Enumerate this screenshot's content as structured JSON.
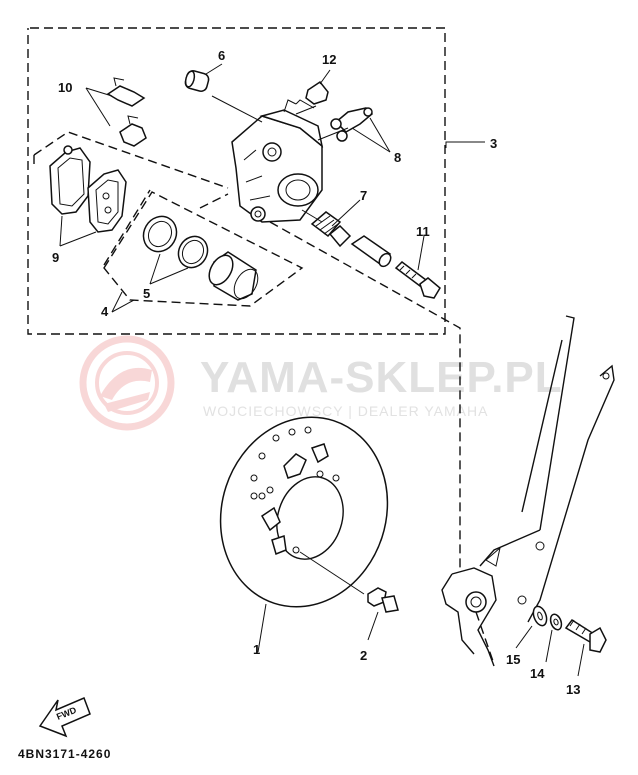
{
  "watermark": {
    "title": "YAMA-SKLEP.PL",
    "subtitle": "WOJCIECHOWSCY | DEALER YAMAHA",
    "logo_color": "#f4b8b8",
    "text_color": "#e0e0e0"
  },
  "callouts": {
    "c1": "1",
    "c2": "2",
    "c3": "3",
    "c4": "4",
    "c5": "5",
    "c6": "6",
    "c7": "7",
    "c8": "8",
    "c9": "9",
    "c10": "10",
    "c11": "11",
    "c12": "12",
    "c13": "13",
    "c14": "14",
    "c15": "15"
  },
  "fwd_label": "FWD",
  "diagram_code": "4BN3171-4260"
}
